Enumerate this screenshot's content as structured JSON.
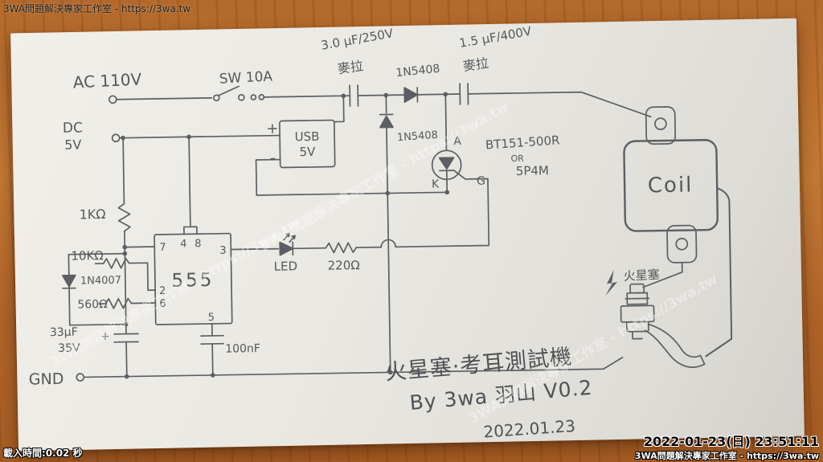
{
  "watermarks": {
    "brand": "3WA問題解決專家工作室 - https://3wa.tw",
    "timestamp": "2022-01-23(日) 23:51:11",
    "load_time": "載入時間:0.02 秒"
  },
  "colors": {
    "pencil": "#5b5f63",
    "wood": "#b06428",
    "paper": "#eae8e2"
  },
  "schematic": {
    "power": {
      "ac": "AC 110V",
      "sw": "SW 10A",
      "dc_label": "DC",
      "dc_volt": "5V",
      "gnd": "GND"
    },
    "usb": {
      "name": "USB",
      "volt": "5V",
      "plus": "+",
      "minus": "-"
    },
    "caps": {
      "c1_value": "3.0 μF/250V",
      "c1_type": "麥拉",
      "c2_value": "1.5 μF/400V",
      "c2_type": "麥拉",
      "c3_value": "33μF",
      "c3_volt": "35V",
      "c3_plus": "+",
      "c4_value": "100nF"
    },
    "diodes": {
      "d1": "1N5408",
      "d2": "1N5408",
      "d3": "1N4007",
      "led": "LED"
    },
    "resistors": {
      "r1": "1KΩ",
      "r2": "10KΩ",
      "r3": "560Ω",
      "r4": "220Ω"
    },
    "scr": {
      "a": "A",
      "k": "K",
      "g": "G",
      "part1": "BT151-500R",
      "or": "OR",
      "part2": "5P4M"
    },
    "ic555": {
      "name": "555",
      "pin7": "7",
      "pin4": "4",
      "pin8": "8",
      "pin3": "3",
      "pin2": "2",
      "pin6": "6",
      "pin5": "5"
    },
    "coil": {
      "name": "Coil"
    },
    "spark_plug": {
      "name": "火星塞"
    },
    "title": {
      "line1": "火星塞·考耳測試機",
      "line2": "By 3wa 羽山 V0.2",
      "line3": "2022.01.23"
    }
  }
}
